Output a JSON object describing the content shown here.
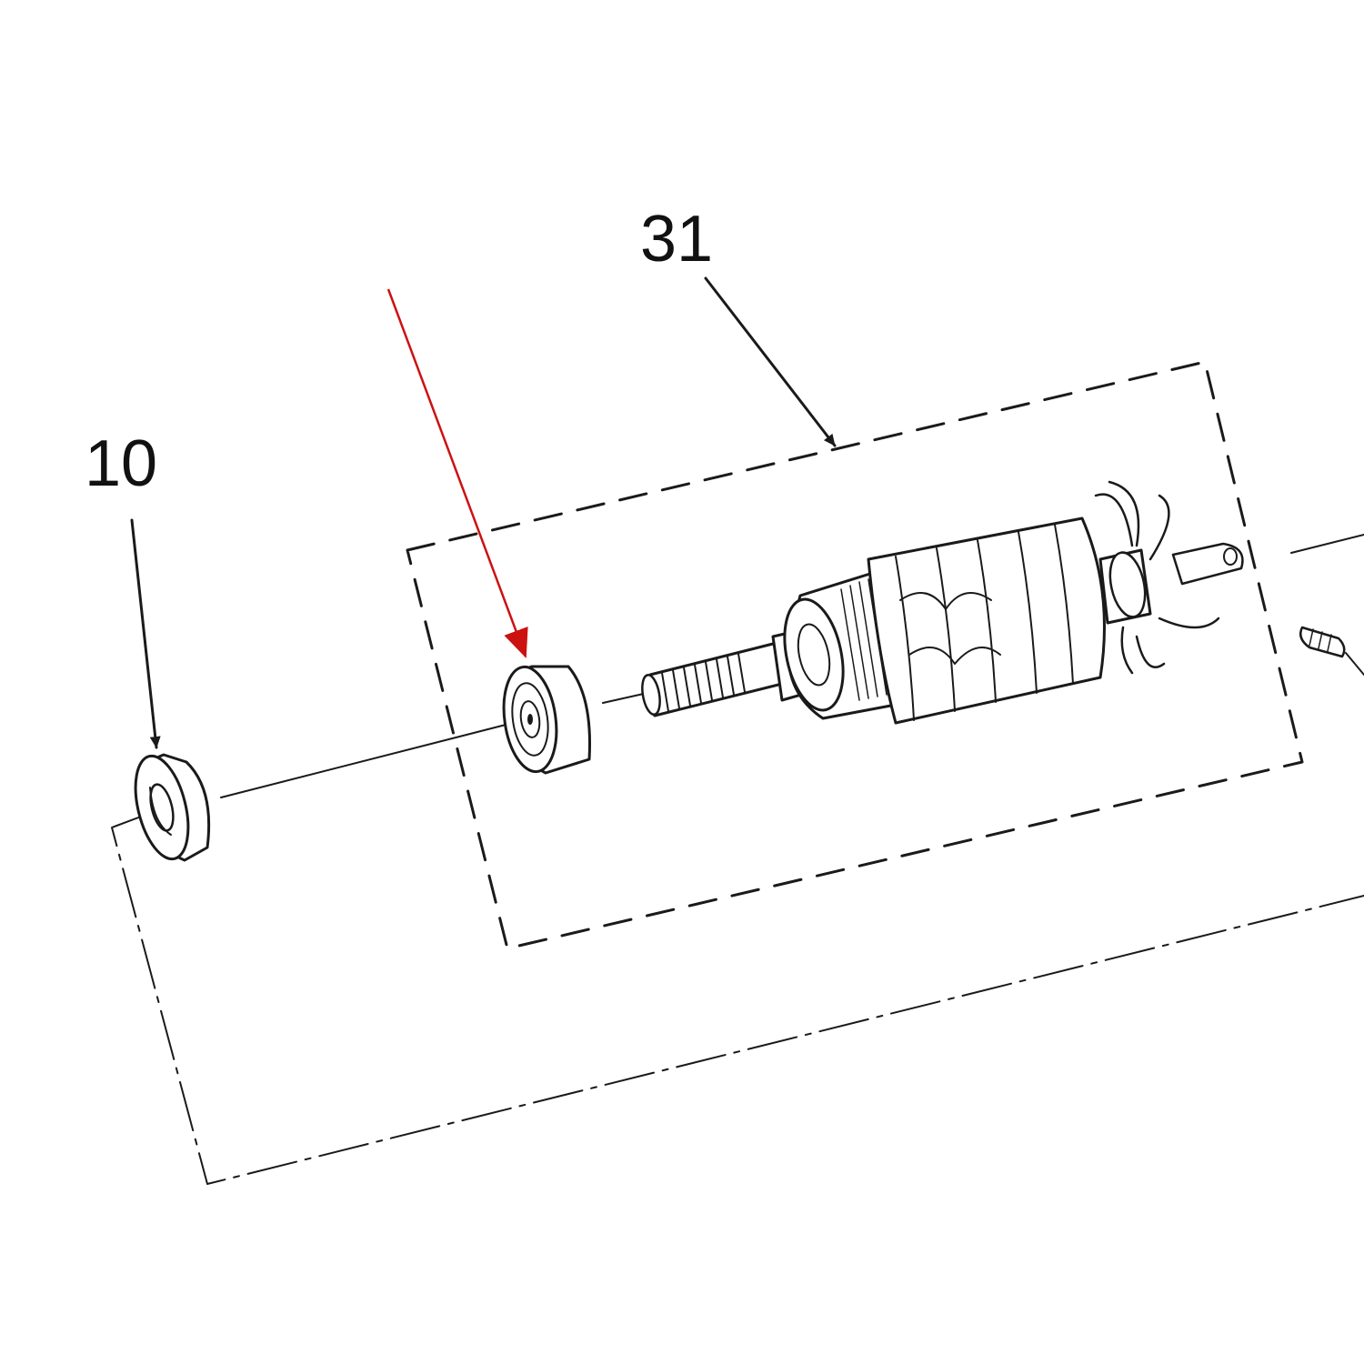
{
  "diagram": {
    "callouts": [
      {
        "id": "part-10",
        "label": "10"
      },
      {
        "id": "part-31",
        "label": "31"
      }
    ],
    "colors": {
      "line": "#1a1a1a",
      "highlight_arrow": "#cc1111",
      "background": "#ffffff"
    }
  }
}
